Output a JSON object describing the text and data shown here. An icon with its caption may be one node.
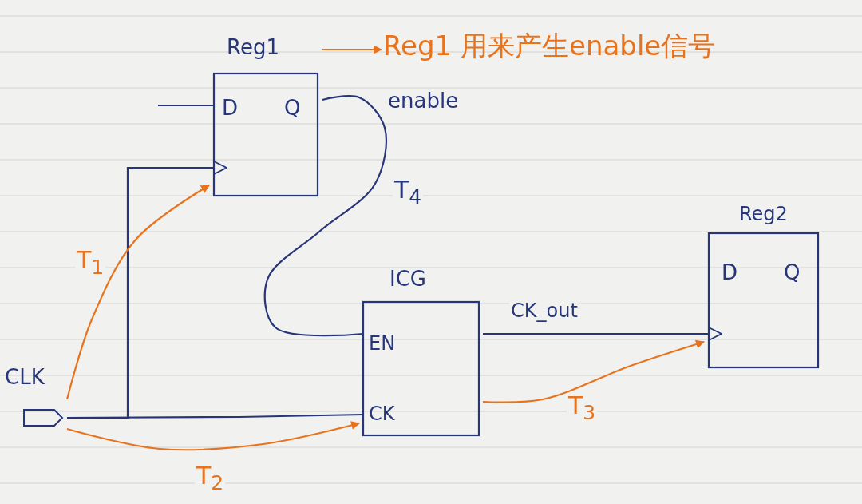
{
  "diagram": {
    "nodes": [
      {
        "text": [
          "Reg1",
          "D",
          "Q"
        ]
      },
      {
        "text": [
          "ICG",
          "EN",
          "CK"
        ]
      },
      {
        "text": [
          "Reg2",
          "D",
          "Q"
        ]
      },
      {
        "text": [
          "CLK"
        ]
      },
      {
        "text": [
          "Reg1 用来产生enable信号"
        ]
      }
    ],
    "edges": [
      {
        "from": 0,
        "to": 4,
        "arrow": "to",
        "color": "#e8731c"
      },
      {
        "from": null,
        "to": 0,
        "arrow": "none"
      },
      {
        "from": 3,
        "to": 0,
        "arrow": "to"
      },
      {
        "from": 3,
        "to": 1,
        "arrow": "none"
      },
      {
        "from": 0,
        "to": 1,
        "arrow": "none",
        "label": "T$_{4}$"
      },
      {
        "from": 1,
        "to": 2,
        "arrow": "to",
        "label": "CK_out"
      },
      {
        "from": 3,
        "to": 0,
        "arrow": "to",
        "color": "#e8731c",
        "label": "T$_{1}$"
      },
      {
        "from": 3,
        "to": 1,
        "arrow": "to",
        "color": "#e8731c",
        "label": "T$_{2}$"
      },
      {
        "from": 1,
        "to": 2,
        "arrow": "to",
        "color": "#e8731c",
        "label": "T$_{3}$"
      }
    ],
    "labels": [
      "enable"
    ]
  }
}
